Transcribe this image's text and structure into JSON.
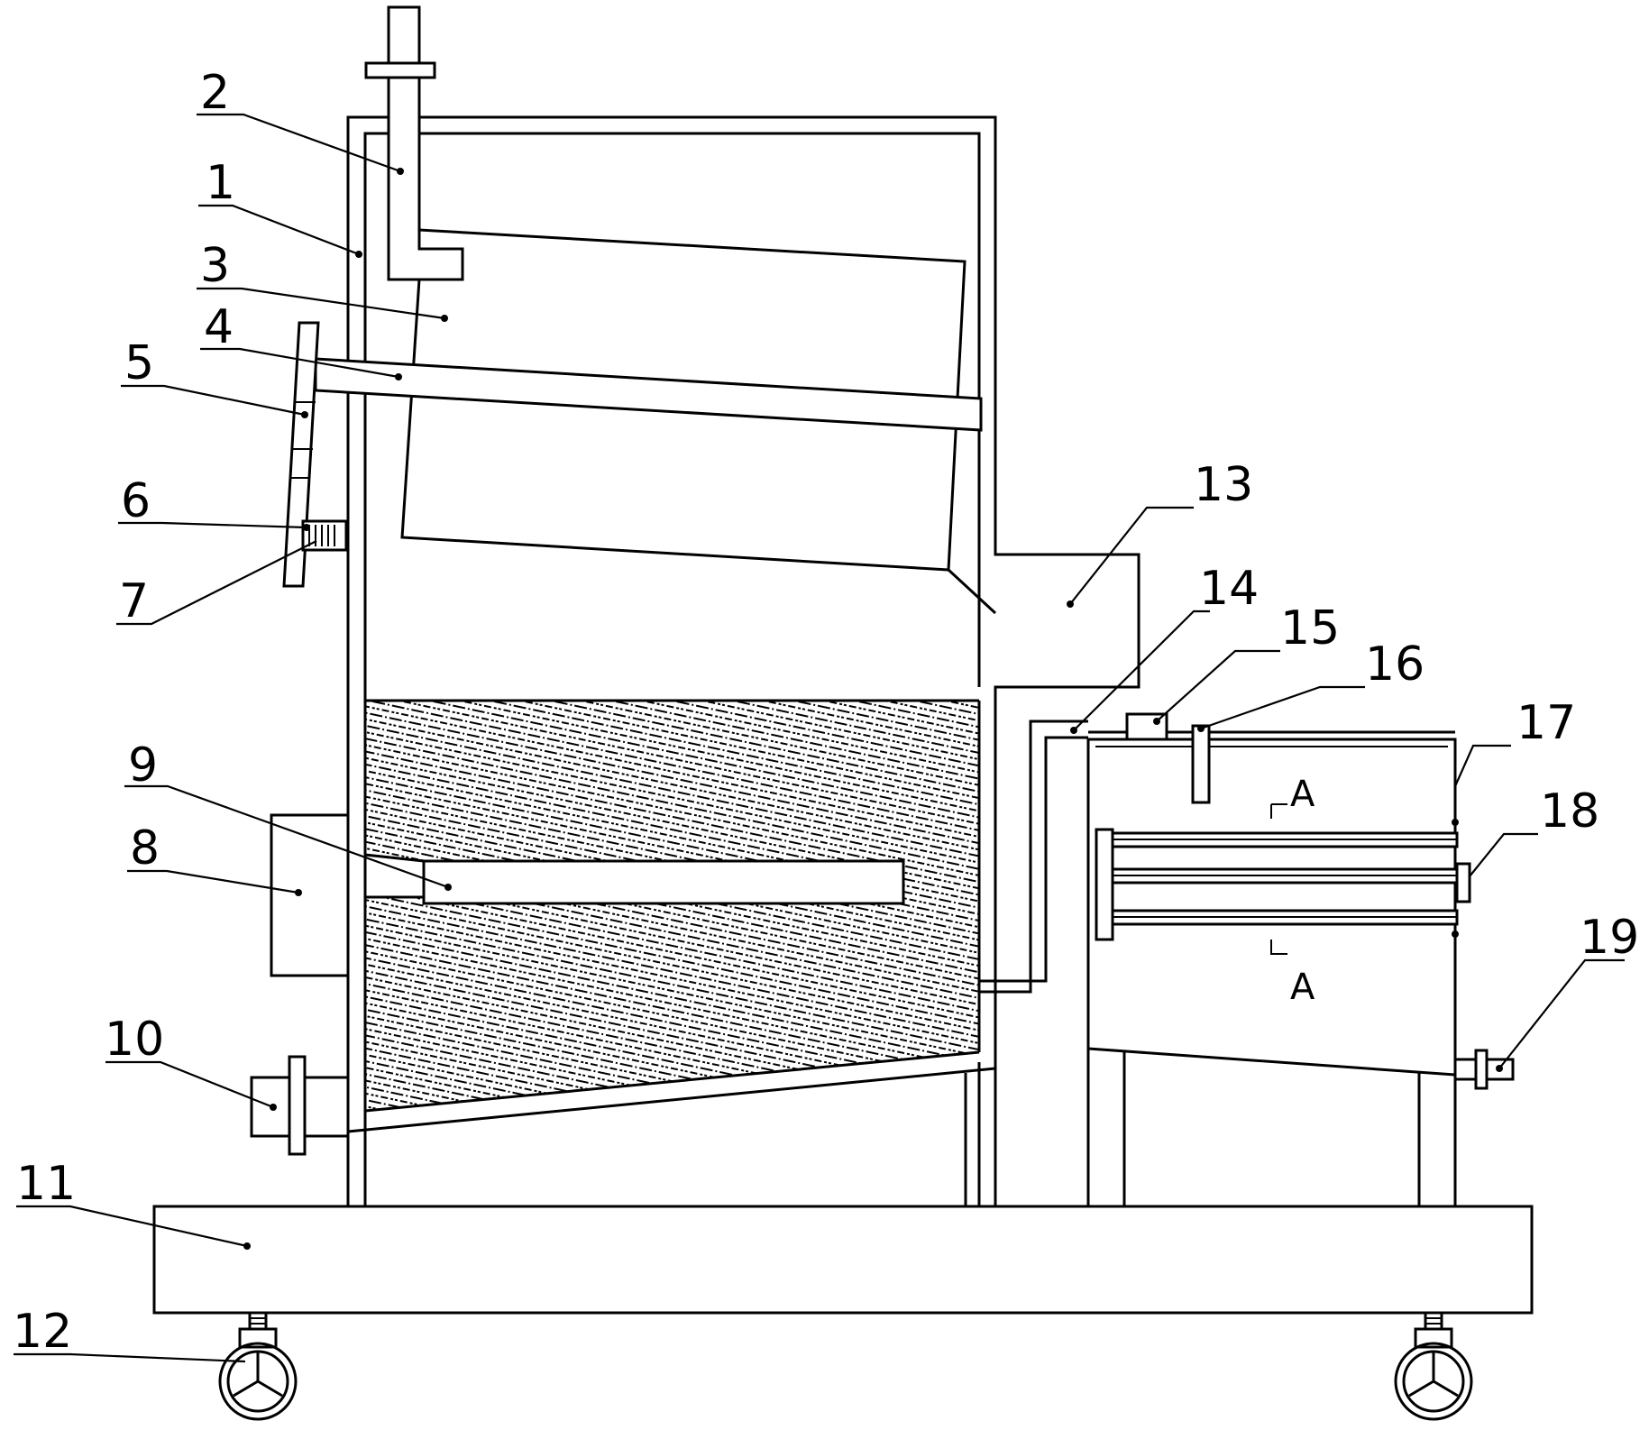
{
  "labels": [
    {
      "id": "label-1",
      "text": "1"
    },
    {
      "id": "label-2",
      "text": "2"
    },
    {
      "id": "label-3",
      "text": "3"
    },
    {
      "id": "label-4",
      "text": "4"
    },
    {
      "id": "label-5",
      "text": "5"
    },
    {
      "id": "label-6",
      "text": "6"
    },
    {
      "id": "label-7",
      "text": "7"
    },
    {
      "id": "label-8",
      "text": "8"
    },
    {
      "id": "label-9",
      "text": "9"
    },
    {
      "id": "label-10",
      "text": "10"
    },
    {
      "id": "label-11",
      "text": "11"
    },
    {
      "id": "label-12",
      "text": "12"
    },
    {
      "id": "label-13",
      "text": "13"
    },
    {
      "id": "label-14",
      "text": "14"
    },
    {
      "id": "label-15",
      "text": "15"
    },
    {
      "id": "label-16",
      "text": "16"
    },
    {
      "id": "label-17",
      "text": "17"
    },
    {
      "id": "label-18",
      "text": "18"
    },
    {
      "id": "label-19",
      "text": "19"
    }
  ],
  "section_marks": {
    "top": "A",
    "bottom": "A"
  }
}
